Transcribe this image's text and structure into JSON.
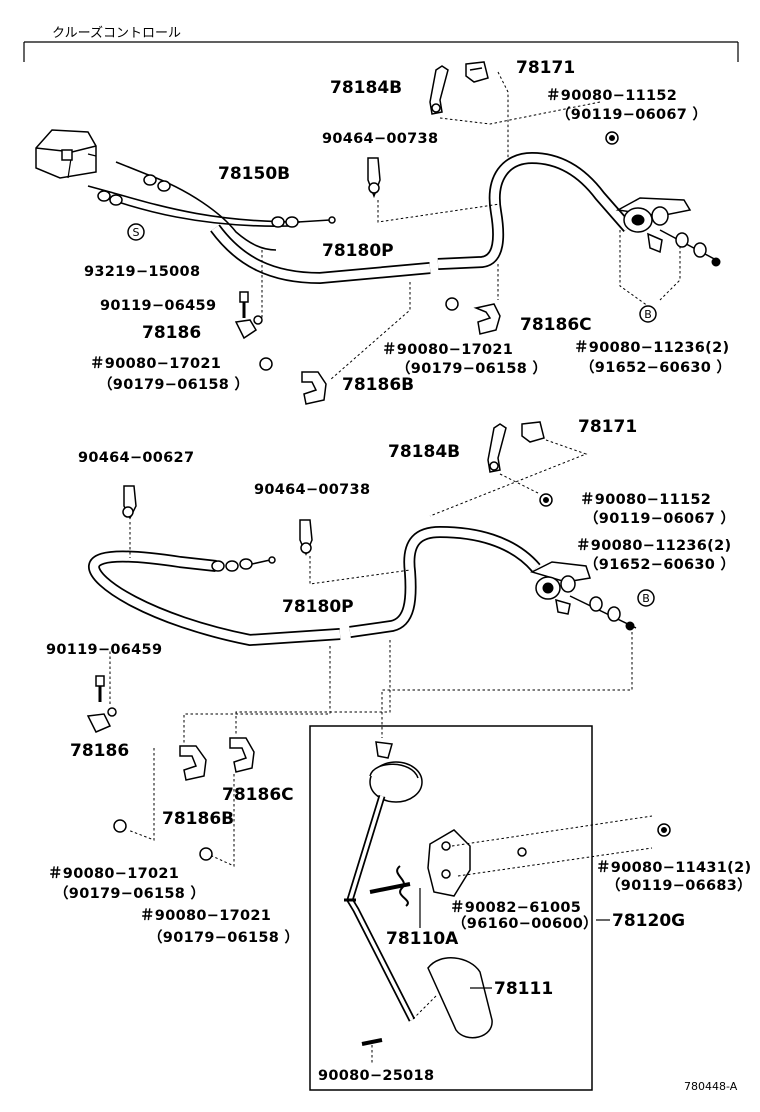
{
  "diagram": {
    "title": "クルーズコントロール",
    "ref_code": "780448-A",
    "labels": {
      "top_78184B": "78184B",
      "top_78171": "78171",
      "top_90080_11152": "＃90080−11152",
      "top_90119_06067": "（90119−06067 ）",
      "top_90464_00738": "90464−00738",
      "top_78150B": "78150B",
      "top_93219_15008": "93219−15008",
      "top_78180P": "78180P",
      "top_90119_06459": "90119−06459",
      "top_78186": "78186",
      "top_78186C": "78186C",
      "top_90080_17021_a": "＃90080−17021",
      "top_90179_06158_a": "（90179−06158 ）",
      "top_90080_17021_b": "＃90080−17021",
      "top_90179_06158_b": "（90179−06158 ）",
      "top_78186B": "78186B",
      "top_90080_11236": "＃90080−11236(2)",
      "top_91652_60630": "（91652−60630 ）",
      "mid_78184B": "78184B",
      "mid_78171": "78171",
      "mid_90464_00627": "90464−00627",
      "mid_90464_00738": "90464−00738",
      "mid_90080_11152": "＃90080−11152",
      "mid_90119_06067": "（90119−06067 ）",
      "mid_90080_11236": "＃90080−11236(2)",
      "mid_91652_60630": "（91652−60630 ）",
      "mid_78180P": "78180P",
      "mid_90119_06459": "90119−06459",
      "mid_78186": "78186",
      "mid_78186C": "78186C",
      "mid_78186B": "78186B",
      "bot_90080_17021_a": "＃90080−17021",
      "bot_90179_06158_a": "（90179−06158 ）",
      "bot_90080_17021_b": "＃90080−17021",
      "bot_90179_06158_b": "（90179−06158 ）",
      "bot_90080_11431": "＃90080−11431(2)",
      "bot_90119_06683": "（90119−06683）",
      "bot_90082_61005": "＃90082−61005",
      "bot_96160_00600": "（96160−00600）",
      "bot_78120G": "78120G",
      "bot_78110A": "78110A",
      "bot_78111": "78111",
      "bot_90080_25018": "90080−25018"
    },
    "callouts": {
      "s_marker": "S",
      "b_marker_top": "B",
      "b_marker_mid": "B"
    }
  }
}
